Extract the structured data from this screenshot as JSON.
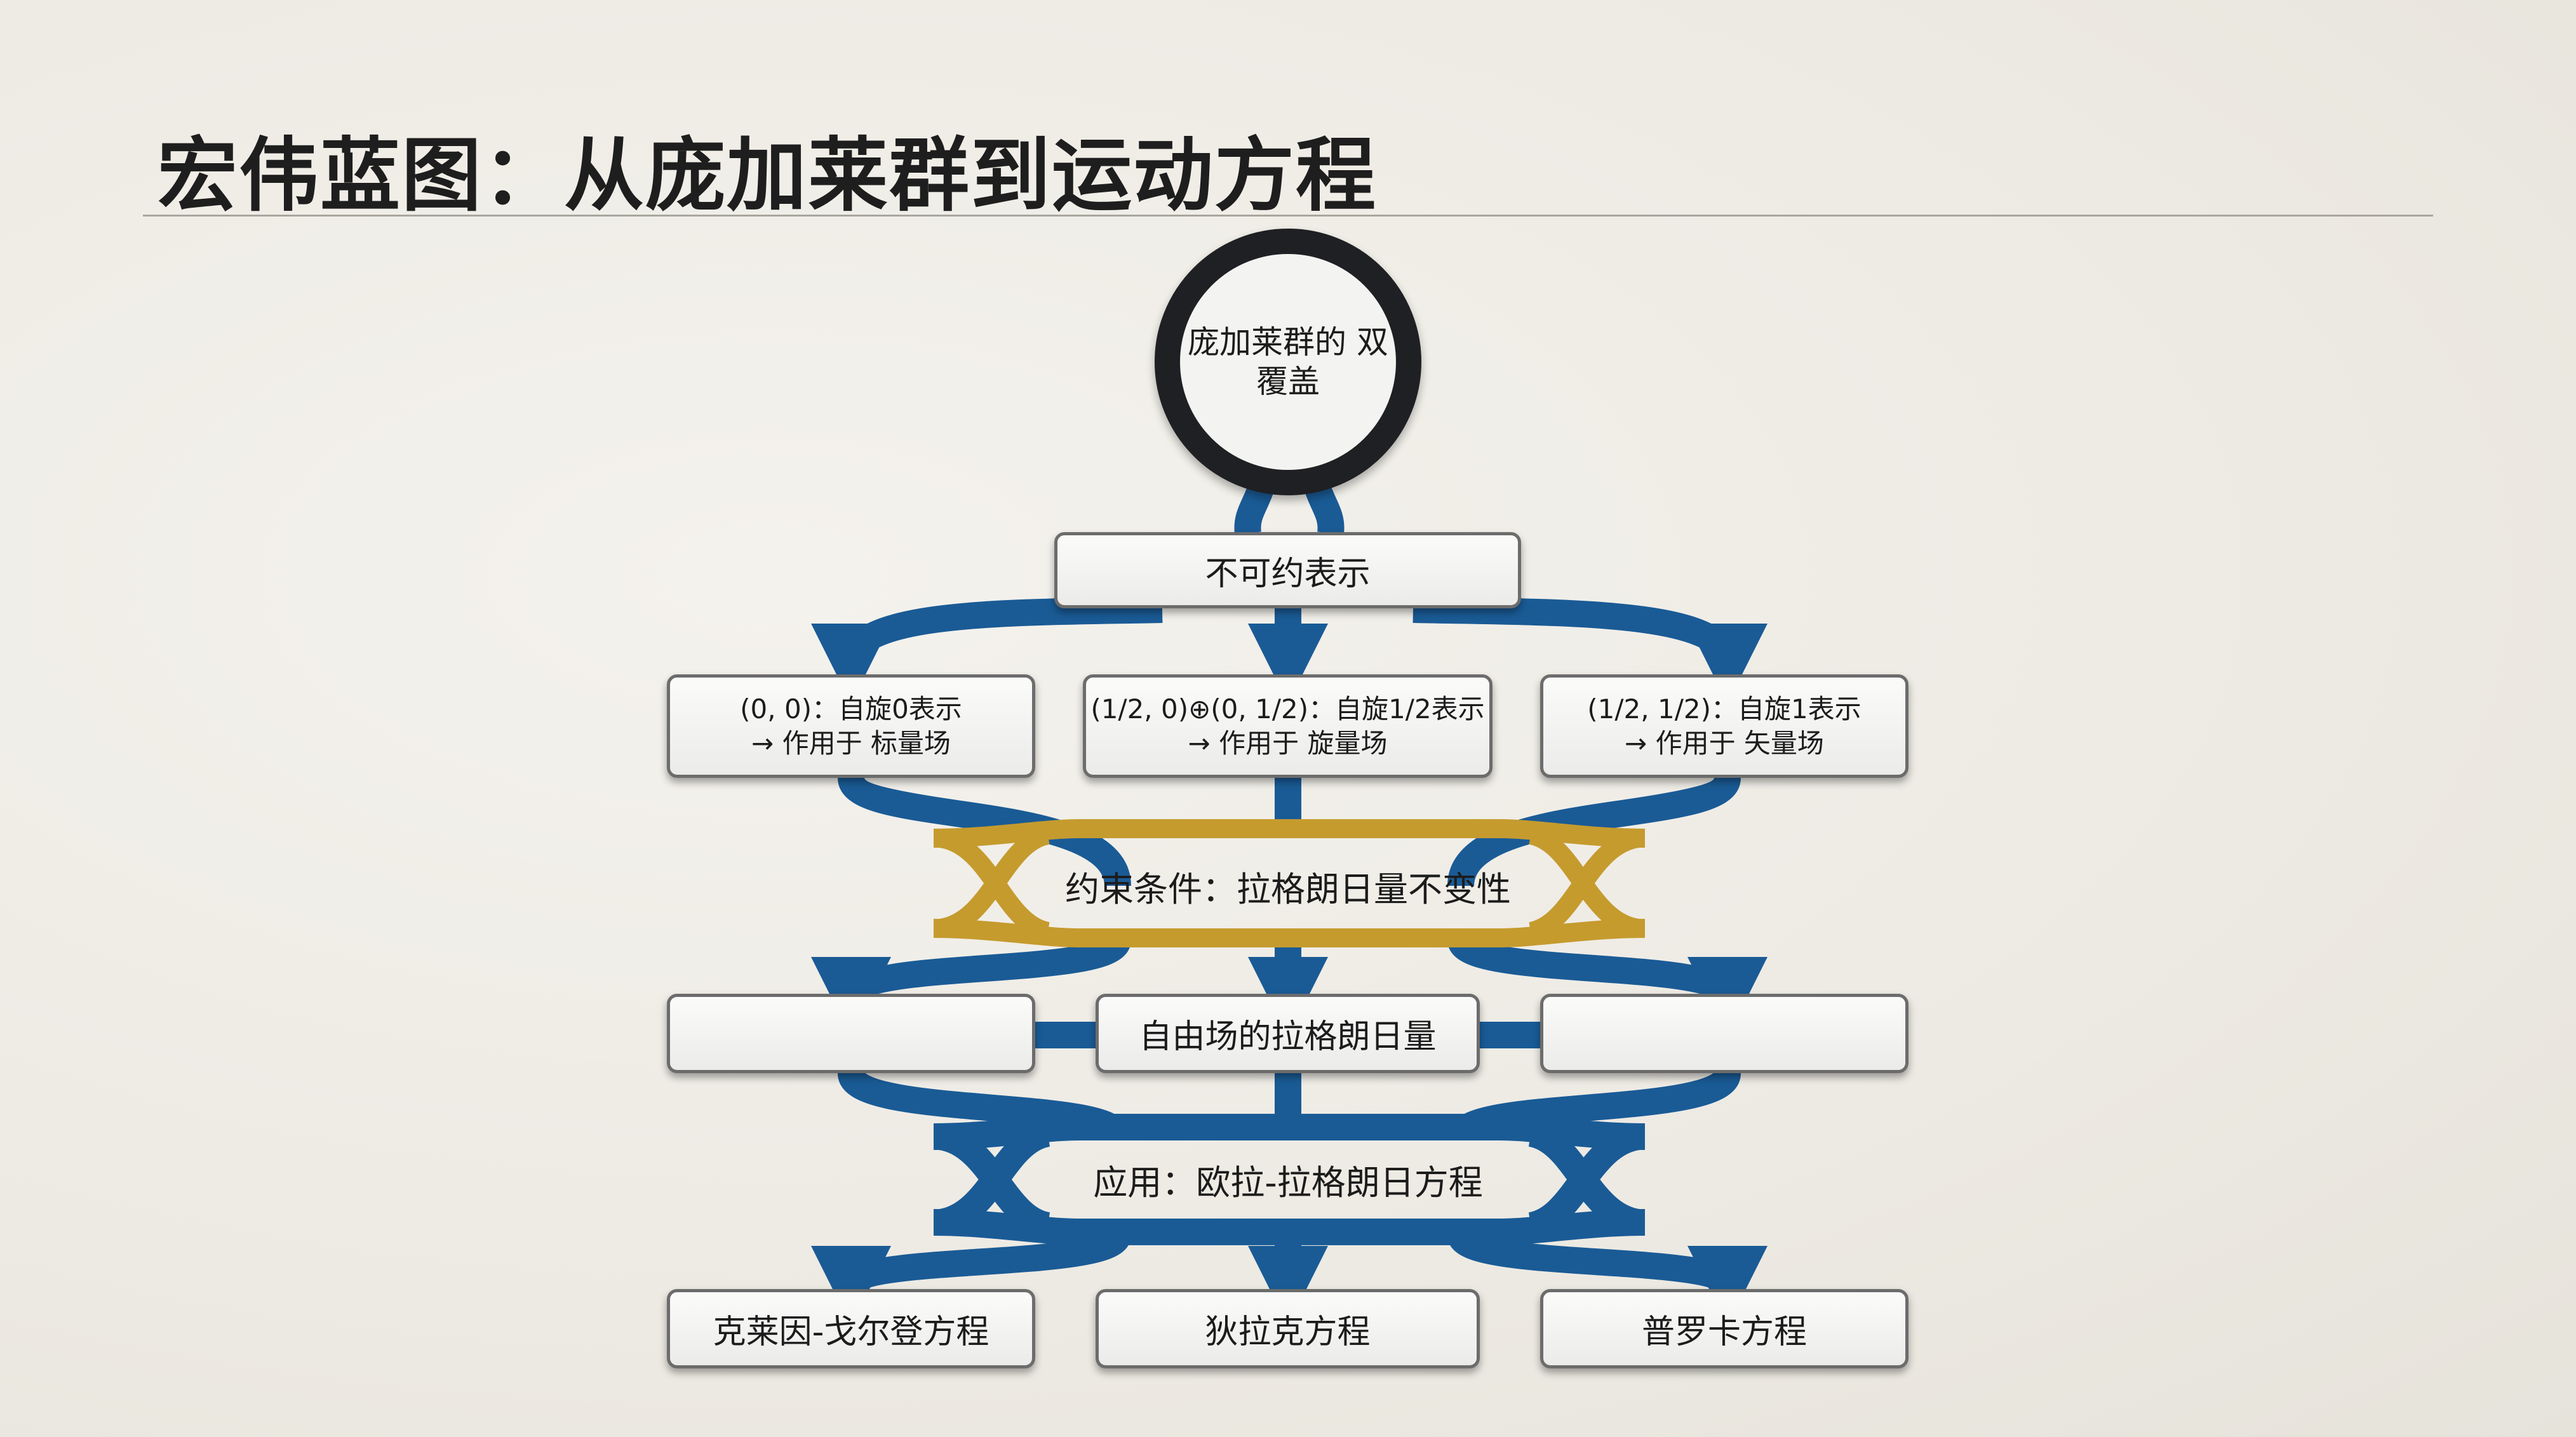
{
  "title": "宏伟蓝图：从庞加莱群到运动方程",
  "colors": {
    "flow": "#1a5b96",
    "constraint": "#c59b2e",
    "ring": "#1f2023"
  },
  "diagram": {
    "root": {
      "line1": "庞加莱群的",
      "line2": "双覆盖"
    },
    "irreps": "不可约表示",
    "reps": [
      {
        "line1": "(0, 0)：自旋0表示",
        "line2": "→ 作用于 标量场"
      },
      {
        "line1": "(1/2, 0)⊕(0, 1/2)：自旋1/2表示",
        "line2": "→ 作用于 旋量场"
      },
      {
        "line1": "(1/2, 1/2)：自旋1表示",
        "line2": "→ 作用于 矢量场"
      }
    ],
    "constraint": "约束条件：拉格朗日量不变性",
    "lagrangian": "自由场的拉格朗日量",
    "application": "应用：欧拉-拉格朗日方程",
    "equations": [
      "克莱因-戈尔登方程",
      "狄拉克方程",
      "普罗卡方程"
    ]
  }
}
